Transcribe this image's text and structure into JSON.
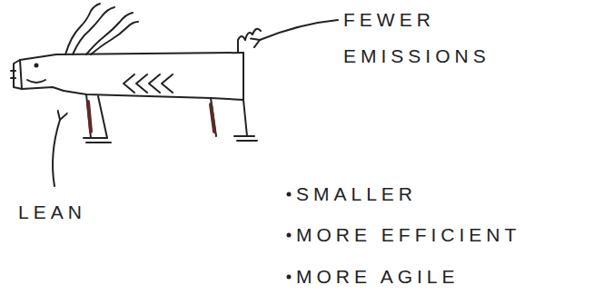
{
  "diagram": {
    "labels": [
      "FEWER EMISSIONS",
      "LEAN",
      "SMALLER",
      "MORE EFFICIENT",
      "MORE AGILE"
    ]
  }
}
